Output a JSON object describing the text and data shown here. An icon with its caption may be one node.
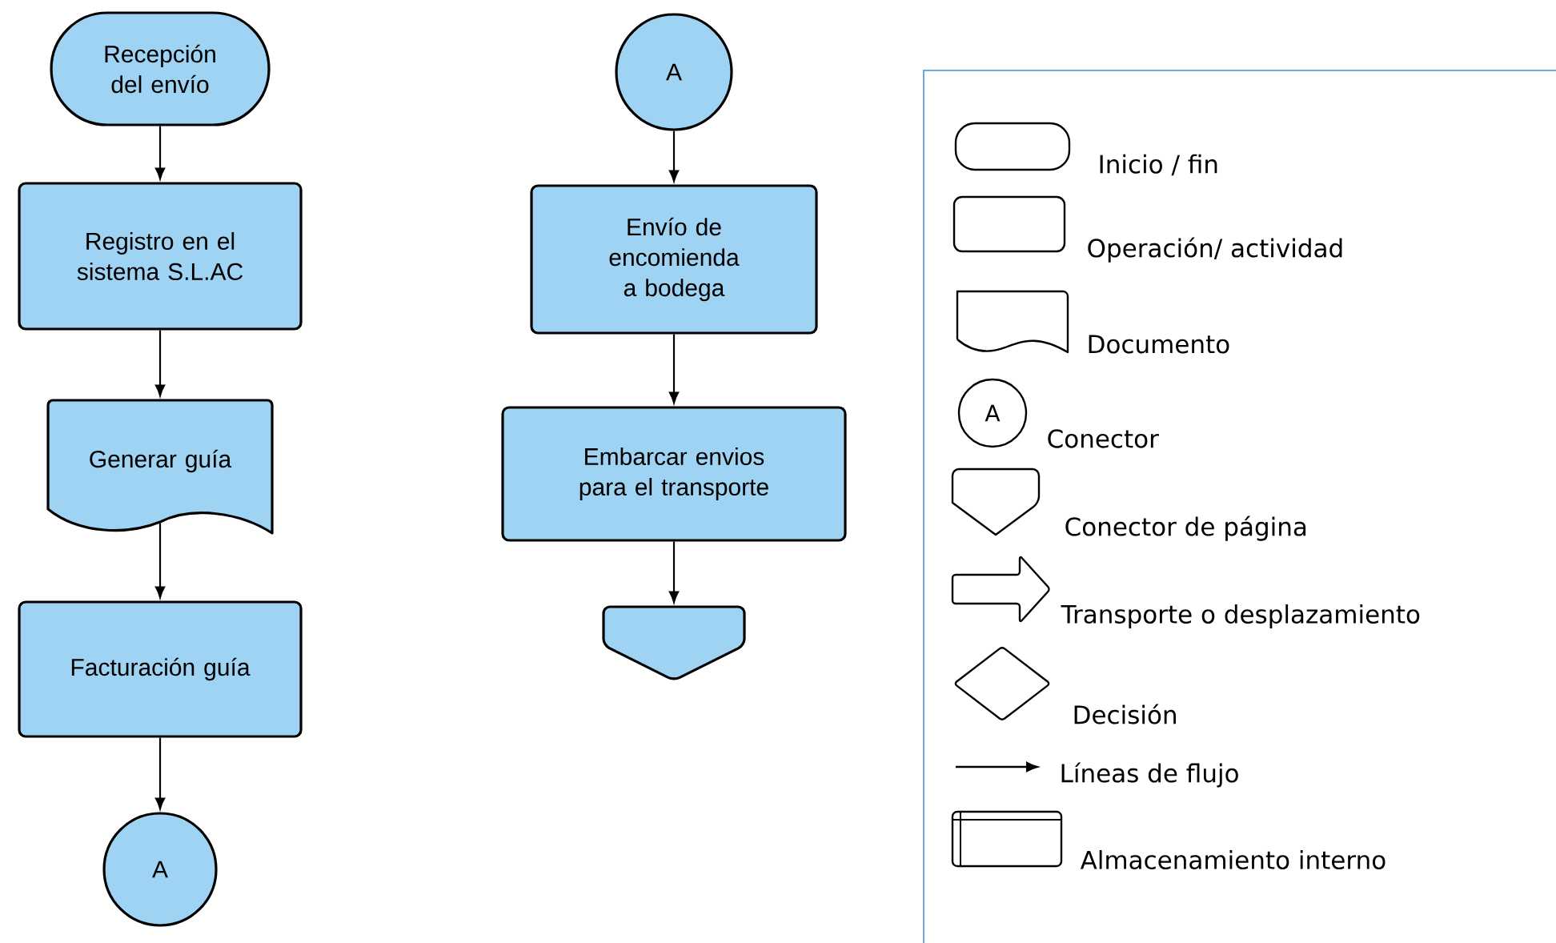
{
  "diagram": {
    "nodes": [
      {
        "text": [
          "Recepción del envío"
        ]
      },
      {
        "text": [
          "Registro en el sistema S.L.AC"
        ]
      },
      {
        "text": [
          "Generar guía"
        ]
      },
      {
        "text": [
          "Facturación guía"
        ]
      },
      {
        "text": [
          "A"
        ]
      },
      {
        "text": [
          "A"
        ]
      },
      {
        "text": [
          "Envío de encomienda a bodega"
        ]
      },
      {
        "text": [
          "Embarcar envios para el transporte"
        ]
      },
      {
        "text": [],
        "shape": "pentagon"
      }
    ],
    "edges": [
      {
        "from": 0,
        "to": 1,
        "arrow": "to"
      },
      {
        "from": 1,
        "to": 2,
        "arrow": "to"
      },
      {
        "from": 2,
        "to": 3,
        "arrow": "to"
      },
      {
        "from": 3,
        "to": 4,
        "arrow": "to"
      },
      {
        "from": 5,
        "to": 6,
        "arrow": "to"
      },
      {
        "from": 6,
        "to": 7,
        "arrow": "to"
      },
      {
        "from": 7,
        "to": 8,
        "arrow": "to"
      }
    ],
    "labels": [
      "A"
    ],
    "legend": [
      {
        "text": "Inicio / fin"
      },
      {
        "text": "Operación/ actividad"
      },
      {
        "text": "Documento"
      },
      {
        "text": "Conector"
      },
      {
        "text": "Conector de página"
      },
      {
        "text": "Transporte o desplazamiento"
      },
      {
        "text": "Decisión"
      },
      {
        "text": "Líneas de flujo"
      },
      {
        "text": "Almacenamiento interno"
      }
    ]
  }
}
